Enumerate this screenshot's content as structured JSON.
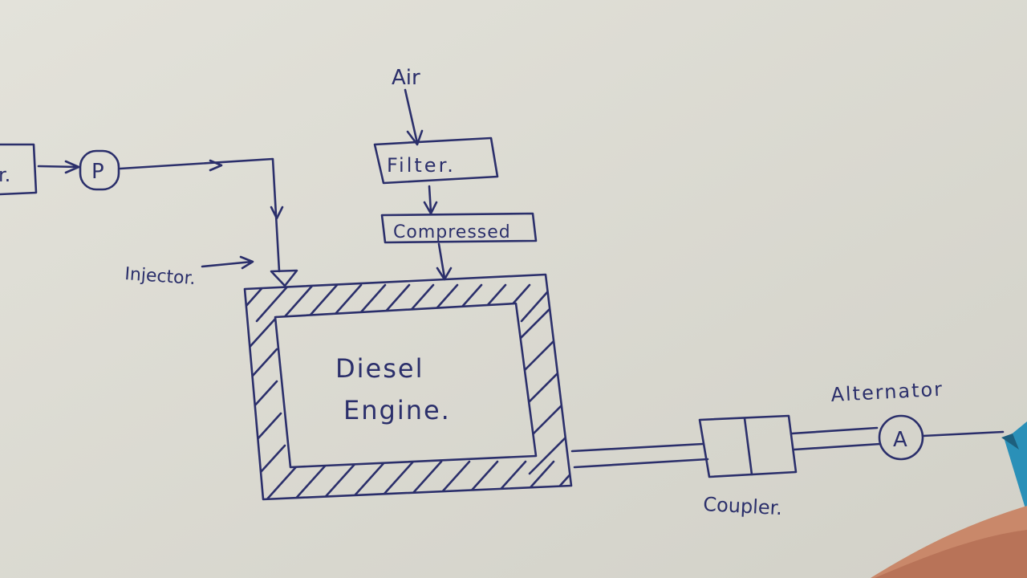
{
  "labels": {
    "tank": "r.",
    "pump": "P",
    "air": "Air",
    "filter": "Filter.",
    "compressed": "Compressed",
    "injector": "Injector.",
    "engine_line1": "Diesel",
    "engine_line2": "Engine.",
    "alternator_title": "Alternator",
    "alternator_symbol": "A",
    "coupler": "Coupler."
  },
  "colors": {
    "paper": "#dcdbd3",
    "ink": "#2b2f6b"
  }
}
